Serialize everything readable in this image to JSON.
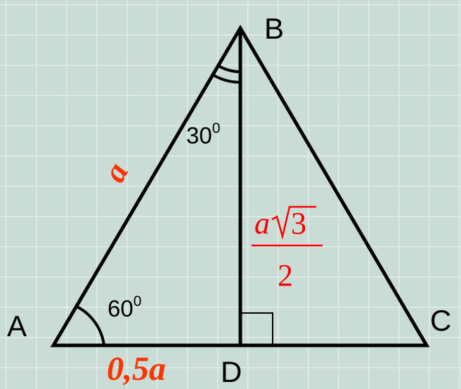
{
  "vertices": {
    "A": "A",
    "B": "B",
    "C": "C",
    "D": "D"
  },
  "angles": {
    "top": {
      "value": "30",
      "degree": "0"
    },
    "bottom": {
      "value": "60",
      "degree": "0"
    }
  },
  "sides": {
    "hypotenuse": "a",
    "base_part": "0,5a",
    "height": {
      "numerator_var": "a",
      "numerator_radicand": "3",
      "denominator": "2"
    }
  },
  "colors": {
    "lines": "#000000",
    "highlight": "#ff3300",
    "background": "#c9dcd5",
    "grid": "#e3ece8"
  }
}
